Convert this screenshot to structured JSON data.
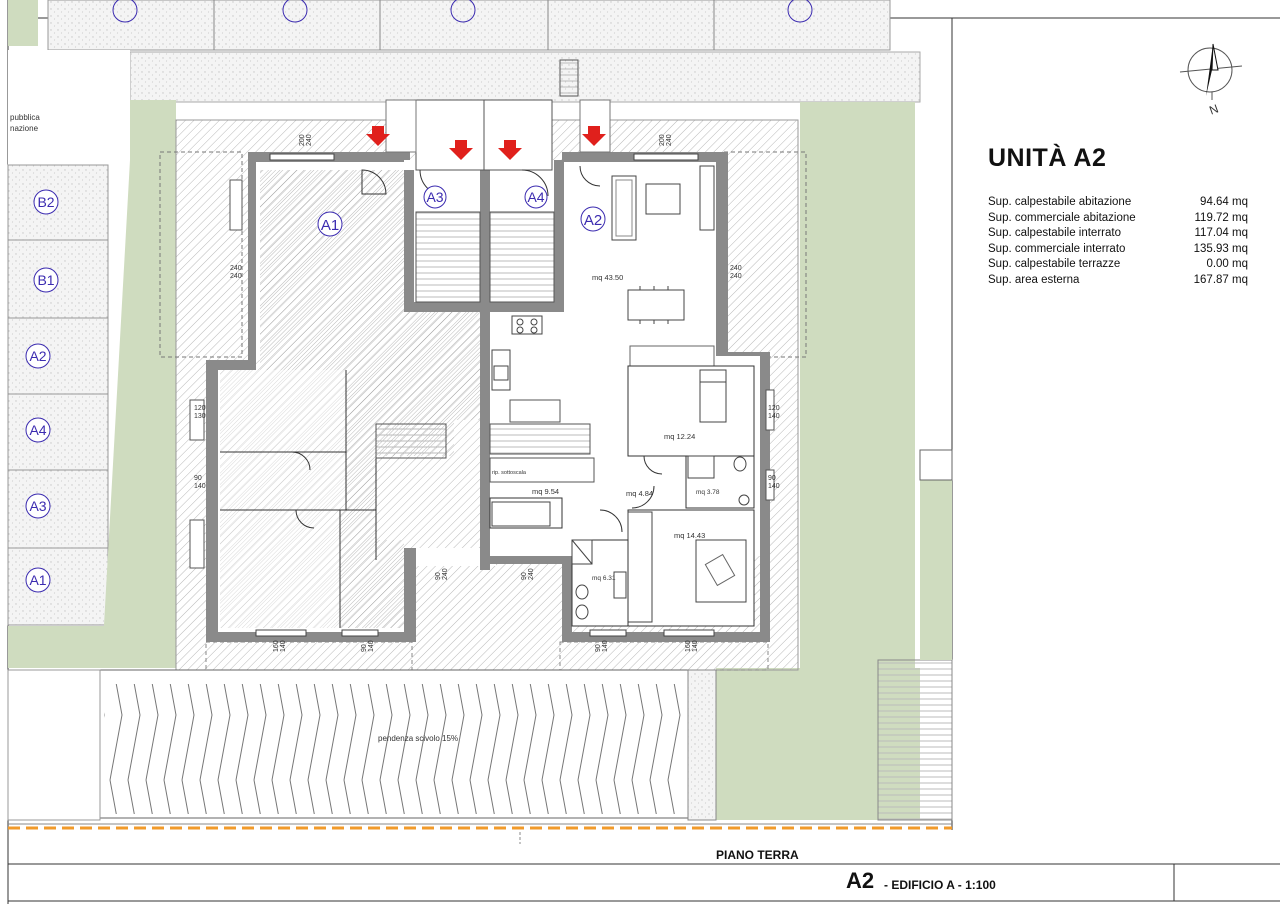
{
  "unit_title": "UNITÀ A2",
  "surfaces": [
    {
      "label": "Sup. calpestabile abitazione",
      "value": "94.64 mq"
    },
    {
      "label": "Sup. commerciale abitazione",
      "value": "119.72 mq"
    },
    {
      "label": "Sup. calpestabile interrato",
      "value": "117.04 mq"
    },
    {
      "label": "Sup. commerciale interrato",
      "value": "135.93 mq"
    },
    {
      "label": "Sup. calpestabile terrazze",
      "value": "0.00 mq"
    },
    {
      "label": "Sup. area esterna",
      "value": "167.87 mq"
    }
  ],
  "plan": {
    "floor_label": "PIANO TERRA",
    "sheet_code": "A2",
    "sheet_subtitle": "- EDIFICIO A - 1:100",
    "ramp_label": "pendenza scivolo 15%",
    "compass_letter": "N",
    "left_note_1": "pubblica",
    "left_note_2": "nazione",
    "parking_labels": [
      "B2",
      "B1",
      "A2",
      "A4",
      "A3",
      "A1"
    ],
    "unit_labels": {
      "a1": "A1",
      "a3": "A3",
      "a4": "A4",
      "a2": "A2"
    },
    "rooms": {
      "living": "mq 43.50",
      "bed_small": "mq 12.24",
      "bed_single": "mq 9.54",
      "hall": "mq 4.84",
      "bath_small": "mq 3.78",
      "bed_master": "mq 14.43",
      "bath": "mq 6.31",
      "storage": "rip. sottoscala"
    },
    "dims": {
      "top_left": [
        "200",
        "240"
      ],
      "top_right": [
        "200",
        "240"
      ],
      "left_1": [
        "240",
        "240"
      ],
      "right_1": [
        "240",
        "240"
      ],
      "left_2": [
        "120",
        "130"
      ],
      "right_2": [
        "120",
        "140"
      ],
      "left_3": [
        "90",
        "140"
      ],
      "right_3": [
        "90",
        "140"
      ],
      "bot_1": [
        "160",
        "140"
      ],
      "bot_2": [
        "90",
        "140"
      ],
      "bot_3": [
        "90",
        "240"
      ],
      "bot_4": [
        "90",
        "240"
      ],
      "bot_5": [
        "90",
        "140"
      ],
      "bot_6": [
        "160",
        "140"
      ]
    },
    "colors": {
      "green": "#cfdcbf",
      "wall": "#8a8a8a",
      "arrow": "#e0201c",
      "orange": "#f19a2a",
      "label": "#3b2bb0"
    }
  }
}
